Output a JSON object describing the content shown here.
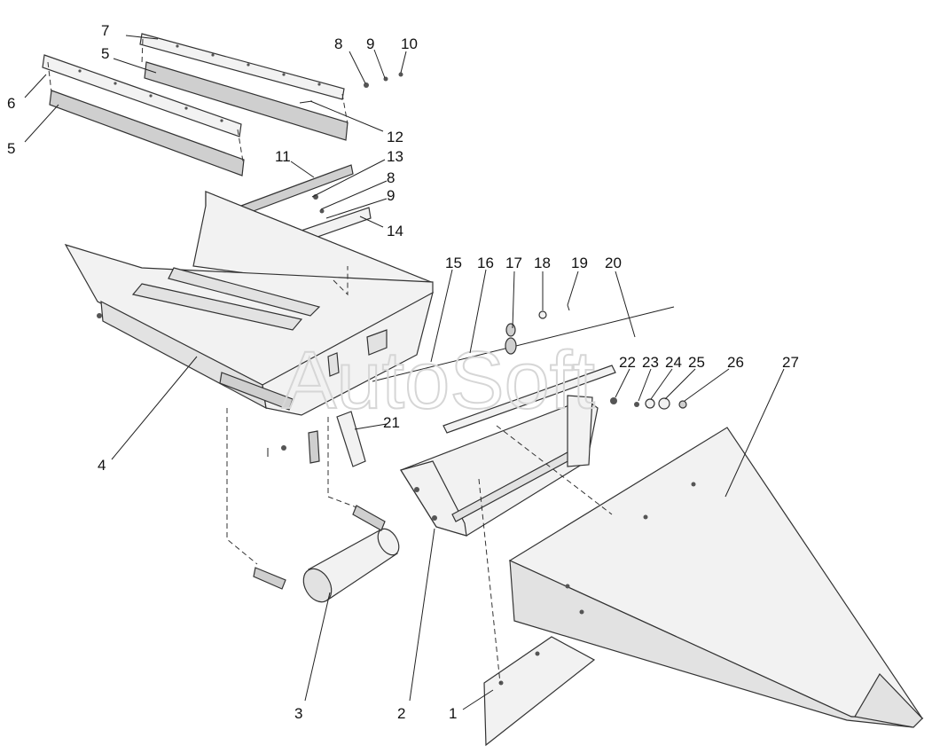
{
  "watermark": "AutoSoft",
  "callouts": {
    "c1": "1",
    "c2": "2",
    "c3": "3",
    "c4": "4",
    "c5a": "5",
    "c5b": "5",
    "c6": "6",
    "c7": "7",
    "c8a": "8",
    "c8b": "8",
    "c9a": "9",
    "c9b": "9",
    "c10": "10",
    "c11": "11",
    "c12": "12",
    "c13": "13",
    "c14": "14",
    "c15": "15",
    "c16": "16",
    "c17": "17",
    "c18": "18",
    "c19": "19",
    "c20": "20",
    "c21": "21",
    "c22": "22",
    "c23": "23",
    "c24": "24",
    "c25": "25",
    "c26": "26",
    "c27": "27"
  }
}
